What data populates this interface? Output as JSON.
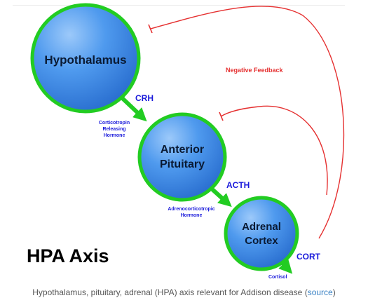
{
  "diagram": {
    "title": "HPA Axis",
    "nodes": {
      "hypothalamus": {
        "label": "Hypothalamus"
      },
      "anterior_pituitary": {
        "line1": "Anterior",
        "line2": "Pituitary"
      },
      "adrenal_cortex": {
        "line1": "Adrenal",
        "line2": "Cortex"
      }
    },
    "edges": {
      "crh": {
        "abbr": "CRH",
        "desc_line1": "Corticotropin",
        "desc_line2": "Releasing",
        "desc_line3": "Hormone"
      },
      "acth": {
        "abbr": "ACTH",
        "desc_line1": "Adrenocorticotropic",
        "desc_line2": "Hormone"
      },
      "cort": {
        "abbr": "CORT",
        "desc": "Cortisol"
      }
    },
    "feedback_label": "Negative Feedback",
    "colors": {
      "node_fill": "#3f8de6",
      "node_border": "#22cc22",
      "arrow": "#22cc22",
      "feedback": "#e53030",
      "hormone_text": "#1a1adb"
    }
  },
  "caption": {
    "text": "Hypothalamus, pituitary, adrenal (HPA) axis relevant for Addison disease",
    "open_paren": "(",
    "link_label": "source",
    "close_paren": ")"
  }
}
